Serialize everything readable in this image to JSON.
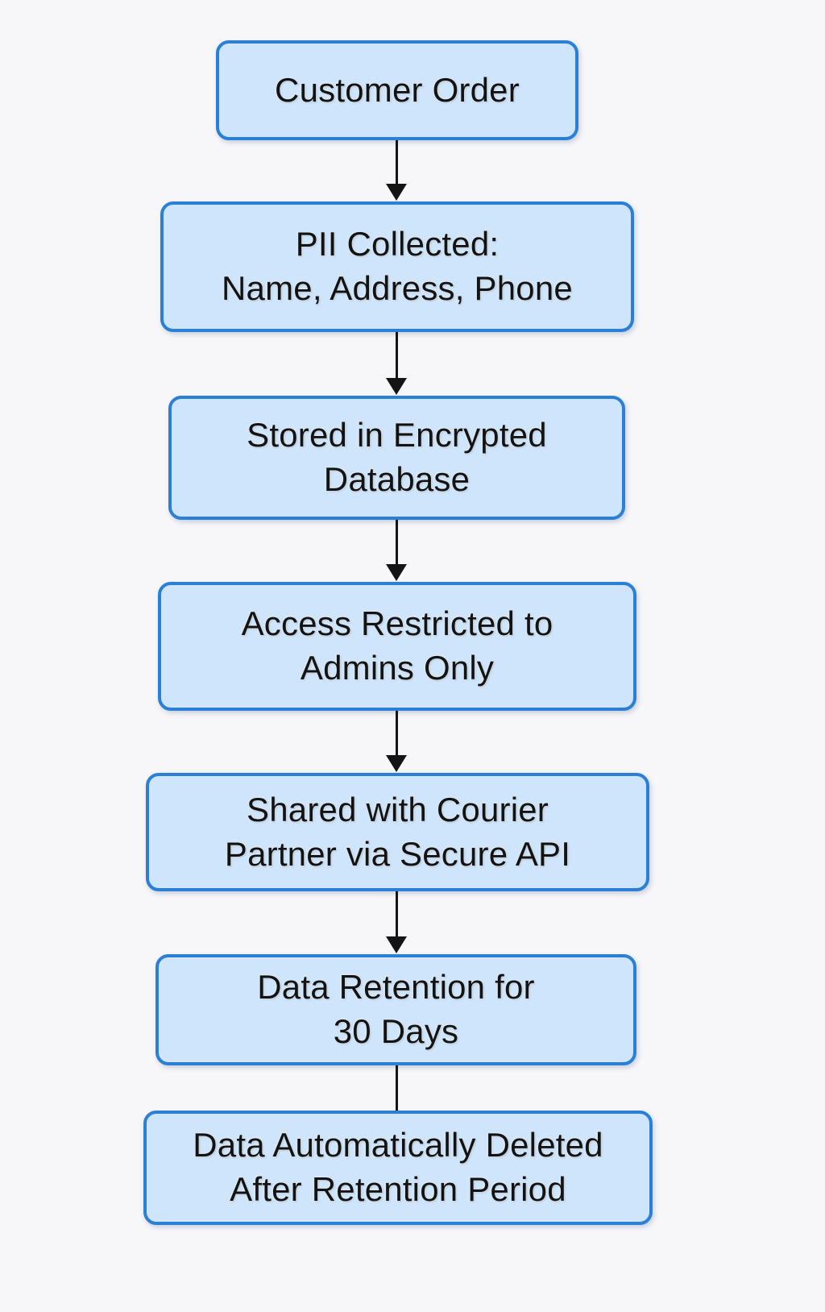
{
  "diagram": {
    "type": "flowchart",
    "direction": "top-down",
    "nodes": [
      {
        "id": "customer-order",
        "lines": [
          "Customer Order"
        ]
      },
      {
        "id": "pii-collected",
        "lines": [
          "PII Collected:",
          "Name, Address, Phone"
        ]
      },
      {
        "id": "stored-encrypted",
        "lines": [
          "Stored in Encrypted",
          "Database"
        ]
      },
      {
        "id": "access-restricted",
        "lines": [
          "Access Restricted to",
          "Admins Only"
        ]
      },
      {
        "id": "shared-courier",
        "lines": [
          "Shared with Courier",
          "Partner via Secure API"
        ]
      },
      {
        "id": "data-retention",
        "lines": [
          "Data Retention for",
          "30 Days"
        ]
      },
      {
        "id": "data-deleted",
        "lines": [
          "Data Automatically Deleted",
          "After Retention Period"
        ]
      }
    ],
    "connectors": [
      {
        "from": "customer-order",
        "to": "pii-collected",
        "arrowhead": true
      },
      {
        "from": "pii-collected",
        "to": "stored-encrypted",
        "arrowhead": true
      },
      {
        "from": "stored-encrypted",
        "to": "access-restricted",
        "arrowhead": true
      },
      {
        "from": "access-restricted",
        "to": "shared-courier",
        "arrowhead": true
      },
      {
        "from": "shared-courier",
        "to": "data-retention",
        "arrowhead": true
      },
      {
        "from": "data-retention",
        "to": "data-deleted",
        "arrowhead": false
      }
    ],
    "colors": {
      "background": "#f7f6f8",
      "node_fill": "#cfe5fb",
      "node_border": "#2b80d5",
      "text": "#131313",
      "connector": "#141414"
    }
  }
}
